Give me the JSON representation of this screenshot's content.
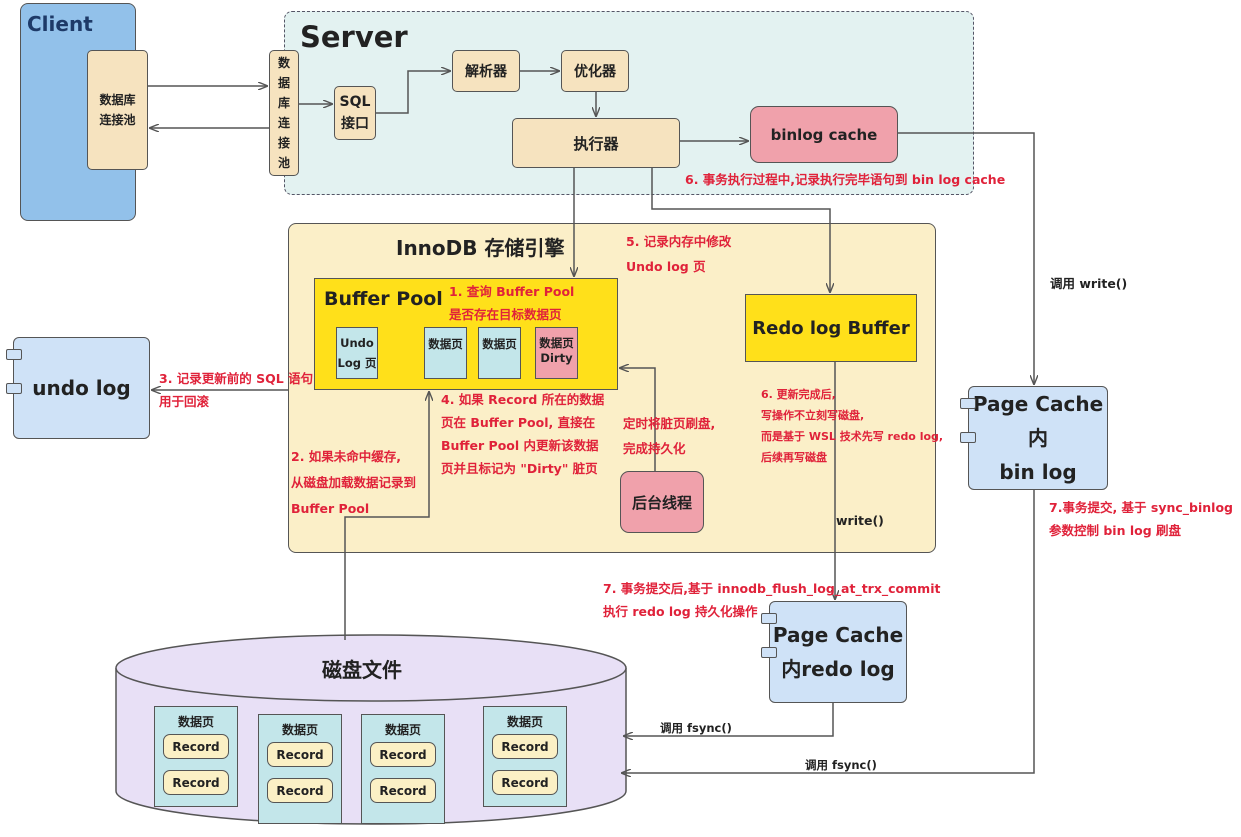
{
  "client": {
    "title": "Client",
    "pool": "数据库\n连接池"
  },
  "server": {
    "title": "Server",
    "conn_pool_chars": [
      "数",
      "据",
      "库",
      "连",
      "接",
      "池"
    ],
    "sql_interface": "SQL\n接口",
    "parser": "解析器",
    "optimizer": "优化器",
    "executor": "执行器",
    "binlog_cache": "binlog cache"
  },
  "innodb": {
    "title": "InnoDB 存储引擎",
    "buffer_pool": {
      "title": "Buffer Pool",
      "undo_page": "Undo\nLog 页",
      "data_page": "数据页",
      "dirty_page": "数据页\nDirty"
    },
    "redo_buffer": "Redo log Buffer",
    "bg_thread": "后台线程"
  },
  "undo_log": "undo log",
  "page_cache_bin": "Page Cache\n内\nbin log",
  "page_cache_redo": "Page Cache\n内redo log",
  "disk": {
    "title": "磁盘文件",
    "page_title": "数据页",
    "record": "Record"
  },
  "annotations": {
    "step1": "1. 查询 Buffer Pool\n是否存在目标数据页",
    "step2": "2. 如果未命中缓存,\n从磁盘加载数据记录到\nBuffer Pool",
    "step3": "3. 记录更新前的 SQL 语句\n用于回滚",
    "step4": "4. 如果 Record 所在的数据\n页在 Buffer Pool, 直接在\nBuffer Pool 内更新该数据\n页并且标记为 \"Dirty\" 脏页",
    "step5": "5. 记录内存中修改\nUndo log 页",
    "step6a": "6. 事务执行过程中,记录执行完毕语句到 bin log cache",
    "step6b": "6. 更新完成后,\n写操作不立刻写磁盘,\n而是基于 WSL 技术先写 redo log,\n后续再写磁盘",
    "step7a": "7. 事务提交后,基于  innodb_flush_log_at_trx_commit\n执行 redo log 持久化操作",
    "step7b": "7.事务提交, 基于 sync_binlog\n参数控制 bin log 刷盘",
    "flush": "定时将脏页刷盘,\n完成持久化",
    "call_write_1": "调用 write()",
    "call_write_2": "write()",
    "call_fsync_1": "调用 fsync()",
    "call_fsync_2": "调用 fsync()"
  },
  "colors": {
    "annotation": "#e0223a",
    "client": "#92c1ea",
    "server_bg": "#e3f2f1",
    "innodb_bg": "#fbefc8",
    "buffer_pool": "#ffe01a",
    "disk_bg": "#e8e0f6"
  }
}
